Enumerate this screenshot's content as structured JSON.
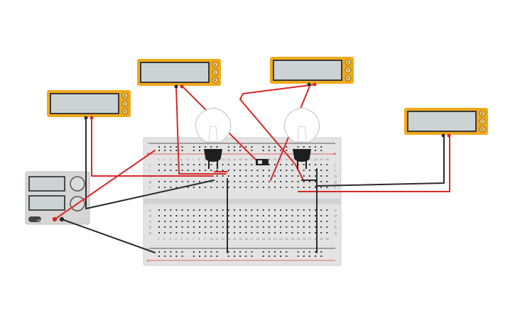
{
  "canvas": {
    "background": "#ffffff"
  },
  "colors": {
    "meter_body": "#f0a91b",
    "meter_display": "#cdd3d5",
    "wire_red": "#d62828",
    "wire_black": "#2b2b2b",
    "breadboard": "#e3e3e3",
    "rail_red": "#e04040",
    "rail_blue": "#2b2b2b",
    "supply_body": "#d6d6d6",
    "bulb_socket": "#1e1e1e"
  },
  "multimeter": {
    "mode_labels": [
      "A",
      "V",
      "R"
    ],
    "count": 4
  },
  "breadboard": {
    "row_letters_top": [
      "j",
      "i",
      "h",
      "g",
      "f"
    ],
    "row_letters_bottom": [
      "e",
      "d",
      "c",
      "b",
      "a"
    ],
    "column_numbers": [
      "1",
      "2",
      "3",
      "4",
      "5",
      "6",
      "7",
      "8",
      "9",
      "10",
      "11",
      "12",
      "13",
      "14",
      "15",
      "16",
      "17",
      "18",
      "19",
      "20",
      "21",
      "22",
      "23",
      "24",
      "25",
      "26",
      "27",
      "28",
      "29",
      "30"
    ],
    "rail_plus": "+",
    "rail_minus": "-"
  },
  "power_supply": {
    "knob_icons": [
      "knob-icon",
      "knob-icon"
    ],
    "switch_label": "OFF"
  },
  "components": {
    "bulb_count": 2,
    "switch_count": 1
  }
}
